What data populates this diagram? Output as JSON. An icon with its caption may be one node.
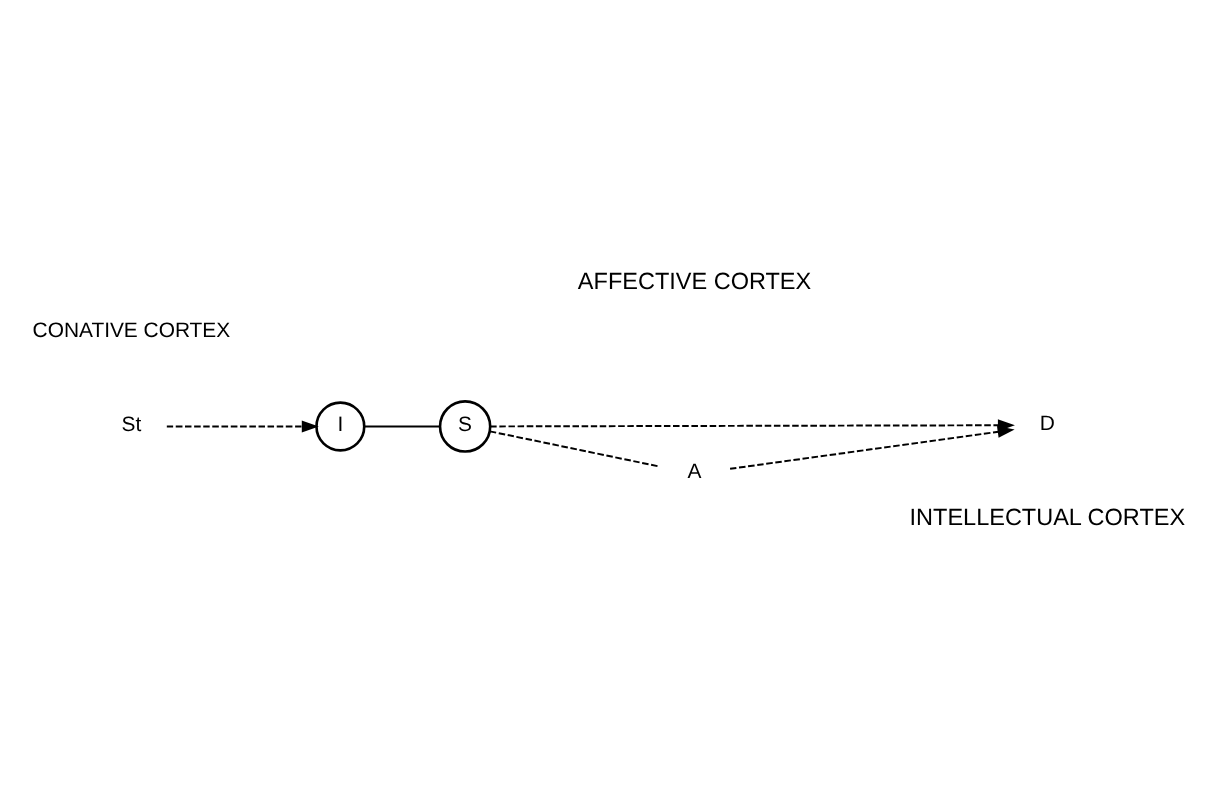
{
  "diagram": {
    "nodes": [
      {
        "text": [
          "INTELLECTUAL CORTEX"
        ]
      },
      {
        "text": [
          "D"
        ]
      },
      {
        "text": [
          "AFFECTIVE CORTEX"
        ]
      },
      {
        "text": [
          "A"
        ]
      },
      {
        "text": [
          "St"
        ]
      },
      {
        "text": [
          "I"
        ]
      },
      {
        "text": [
          "S"
        ]
      }
    ],
    "edges": [
      {
        "from": 4,
        "to": 5,
        "arrow": "to",
        "style": "dashed"
      },
      {
        "from": 5,
        "to": 6,
        "arrow": "none"
      },
      {
        "from": 6,
        "to": 1,
        "arrow": "to",
        "style": "dashed"
      },
      {
        "from": 3,
        "to": 1,
        "arrow": "to",
        "style": "dashed"
      },
      {
        "from": 6,
        "to": 3,
        "arrow": "none",
        "style": "dashed"
      }
    ],
    "labels": [
      "CONATIVE CORTEX"
    ]
  }
}
